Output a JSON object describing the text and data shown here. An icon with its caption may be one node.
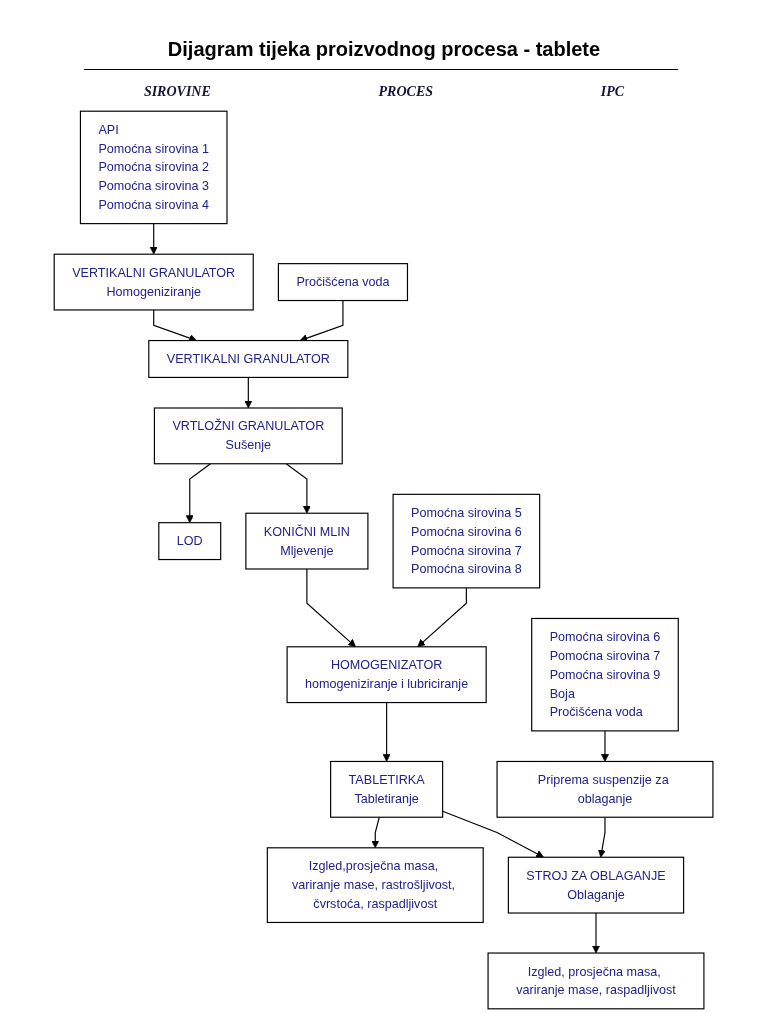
{
  "diagram": {
    "title": "Dijagram tijeka proizvodnog procesa - tablete",
    "nodes": [
      {
        "text": [
          "API",
          "Pomoćna sirovina 1",
          "Pomoćna sirovina 2",
          "Pomoćna sirovina 3",
          "Pomoćna sirovina 4"
        ]
      },
      {
        "text": [
          "VERTIKALNI GRANULATOR",
          "Homogeniziranje"
        ]
      },
      {
        "text": [
          "Pročišćena voda"
        ]
      },
      {
        "text": [
          "VERTIKALNI GRANULATOR"
        ]
      },
      {
        "text": [
          "VRTLOŽNI GRANULATOR",
          "Sušenje"
        ]
      },
      {
        "text": [
          "LOD"
        ]
      },
      {
        "text": [
          "KONIČNI MLIN",
          "Mljevenje"
        ]
      },
      {
        "text": [
          "Pomoćna sirovina 5",
          "Pomoćna sirovina 6",
          "Pomoćna sirovina 7",
          "Pomoćna sirovina 8"
        ]
      },
      {
        "text": [
          "HOMOGENIZATOR",
          "homogeniziranje i lubriciranje"
        ]
      },
      {
        "text": [
          "TABLETIRKA",
          "Tabletiranje"
        ]
      },
      {
        "text": [
          "Izgled,prosječna masa, variranje mase, rastrošljivost, čvrstoća, raspadljivost"
        ]
      },
      {
        "text": [
          "Pomoćna sirovina 6",
          "Pomoćna sirovina 7",
          "Pomoćna sirovina 9",
          "Boja",
          "Pročišćena voda"
        ]
      },
      {
        "text": [
          "Priprema suspenzije za oblaganje"
        ]
      },
      {
        "text": [
          "STROJ ZA OBLAGANJE",
          "Oblaganje"
        ]
      },
      {
        "text": [
          "Izgled, prosječna masa, variranje mase, raspadljivost"
        ]
      }
    ],
    "edges": [
      {
        "from": 0,
        "to": 1,
        "arrow": "to"
      },
      {
        "from": 1,
        "to": 3,
        "arrow": "to"
      },
      {
        "from": 2,
        "to": 3,
        "arrow": "to"
      },
      {
        "from": 3,
        "to": 4,
        "arrow": "to"
      },
      {
        "from": 4,
        "to": 5,
        "arrow": "to"
      },
      {
        "from": 4,
        "to": 6,
        "arrow": "to"
      },
      {
        "from": 6,
        "to": 8,
        "arrow": "to"
      },
      {
        "from": 7,
        "to": 8,
        "arrow": "to"
      },
      {
        "from": 8,
        "to": 9,
        "arrow": "to"
      },
      {
        "from": 9,
        "to": 10,
        "arrow": "to"
      },
      {
        "from": 9,
        "to": 13,
        "arrow": "to"
      },
      {
        "from": 11,
        "to": 12,
        "arrow": "to"
      },
      {
        "from": 12,
        "to": 13,
        "arrow": "to"
      },
      {
        "from": 13,
        "to": 14,
        "arrow": "to"
      }
    ],
    "labels": [
      "SIROVINE",
      "PROCES",
      "IPC"
    ]
  }
}
